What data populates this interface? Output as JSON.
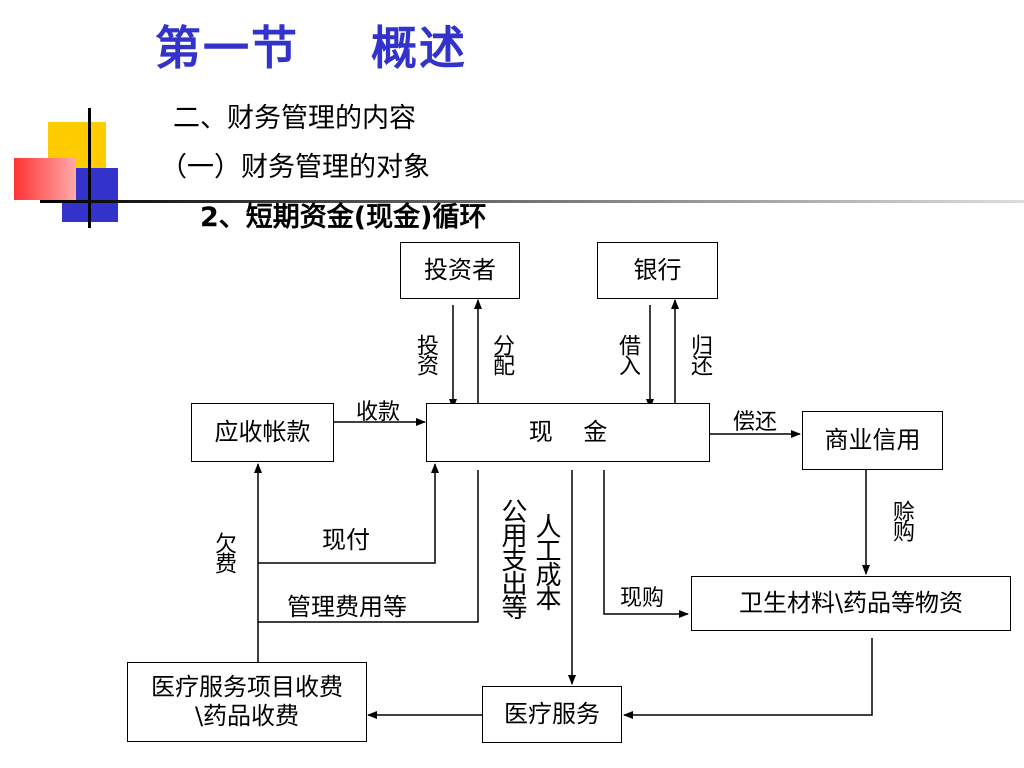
{
  "title": "第一节    概述",
  "subtitles": {
    "line1": "二、财务管理的内容",
    "line2": "（一）财务管理的对象",
    "line3": "2、短期资金(现金)循环"
  },
  "boxes": {
    "investor": "投资者",
    "bank": "银行",
    "receivables": "应收帐款",
    "cash": "现    金",
    "commercial_credit": "商业信用",
    "materials": "卫生材料\\药品等物资",
    "medical_fee": "医疗服务项目收费\\药品收费",
    "medical_service": "医疗服务"
  },
  "labels": {
    "invest": "投资",
    "distribute": "分配",
    "borrow": "借入",
    "repay_bank": "归还",
    "collect": "收款",
    "repay": "偿还",
    "on_credit": "赊购",
    "owe": "欠费",
    "pay_cash": "现付",
    "mgmt_cost": "管理费用等",
    "labor_cost": "人工成本",
    "public_exp": "公用支出等",
    "cash_buy": "现购"
  }
}
